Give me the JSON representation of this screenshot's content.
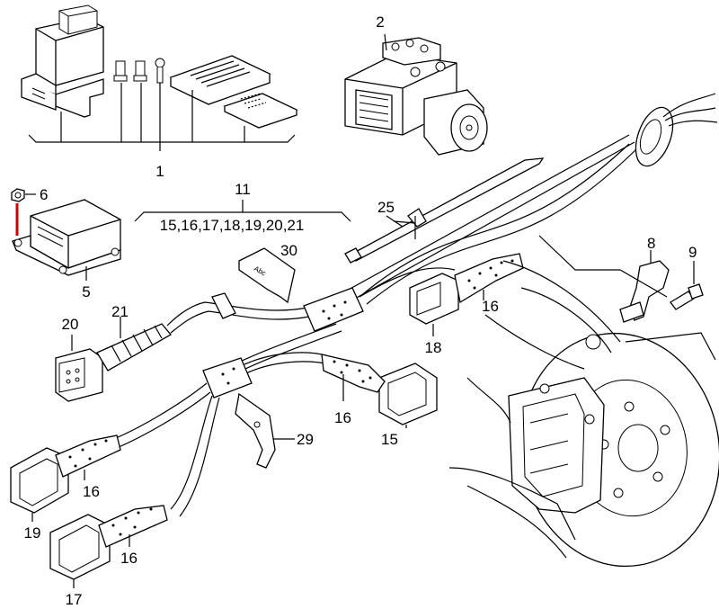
{
  "callouts": {
    "c1": "1",
    "c2": "2",
    "c5": "5",
    "c6": "6",
    "c8": "8",
    "c9": "9",
    "c11": "11",
    "c11_list": "15,16,17,18,19,20,21",
    "c15": "15",
    "c16a": "16",
    "c16b": "16",
    "c16c": "16",
    "c16d": "16",
    "c17": "17",
    "c18": "18",
    "c19": "19",
    "c20": "20",
    "c21": "21",
    "c25": "25",
    "c29": "29",
    "c30": "30"
  },
  "label_text": "Abc",
  "colors": {
    "highlight": "#cc0000",
    "stroke": "#000000",
    "background": "#ffffff"
  }
}
